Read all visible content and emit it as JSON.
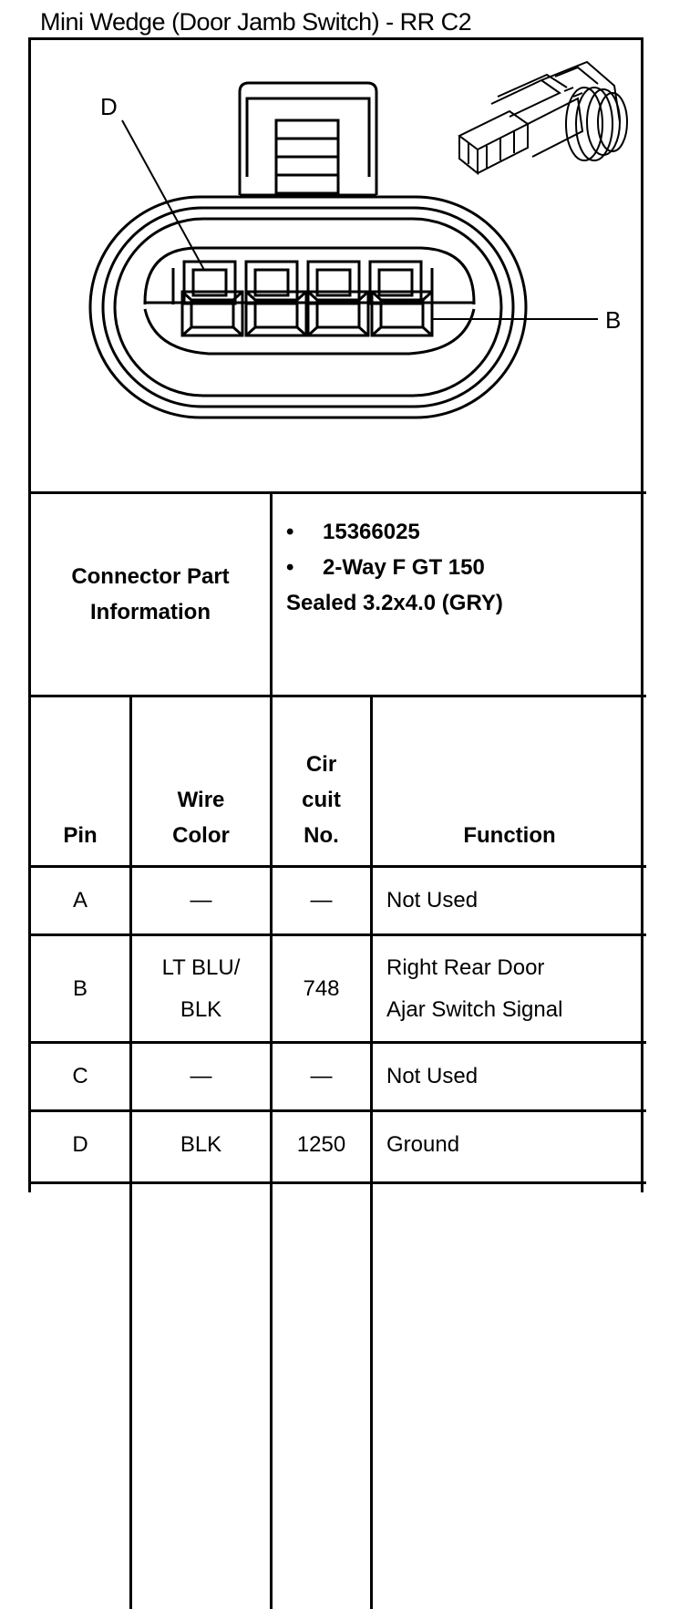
{
  "title": "Mini Wedge (Door Jamb Switch) - RR C2",
  "diagram": {
    "callout_d": "D",
    "callout_b": "B"
  },
  "connector_info": {
    "label_line1": "Connector Part",
    "label_line2": "Information",
    "bullet_symbol": "•",
    "items": [
      "15366025",
      "2-Way F GT 150"
    ],
    "note": "Sealed 3.2x4.0 (GRY)"
  },
  "table": {
    "headers": {
      "pin": "Pin",
      "wire_color_1": "Wire",
      "wire_color_2": "Color",
      "circuit_1": "Cir",
      "circuit_2": "cuit",
      "circuit_3": "No.",
      "function": "Function"
    },
    "rows": [
      {
        "pin": "A",
        "wire1": "—",
        "wire2": "",
        "circuit": "—",
        "func1": "Not Used",
        "func2": ""
      },
      {
        "pin": "B",
        "wire1": "LT BLU/",
        "wire2": "BLK",
        "circuit": "748",
        "func1": "Right Rear Door",
        "func2": "Ajar Switch Signal"
      },
      {
        "pin": "C",
        "wire1": "—",
        "wire2": "",
        "circuit": "—",
        "func1": "Not Used",
        "func2": ""
      },
      {
        "pin": "D",
        "wire1": "BLK",
        "wire2": "",
        "circuit": "1250",
        "func1": "Ground",
        "func2": ""
      }
    ]
  }
}
